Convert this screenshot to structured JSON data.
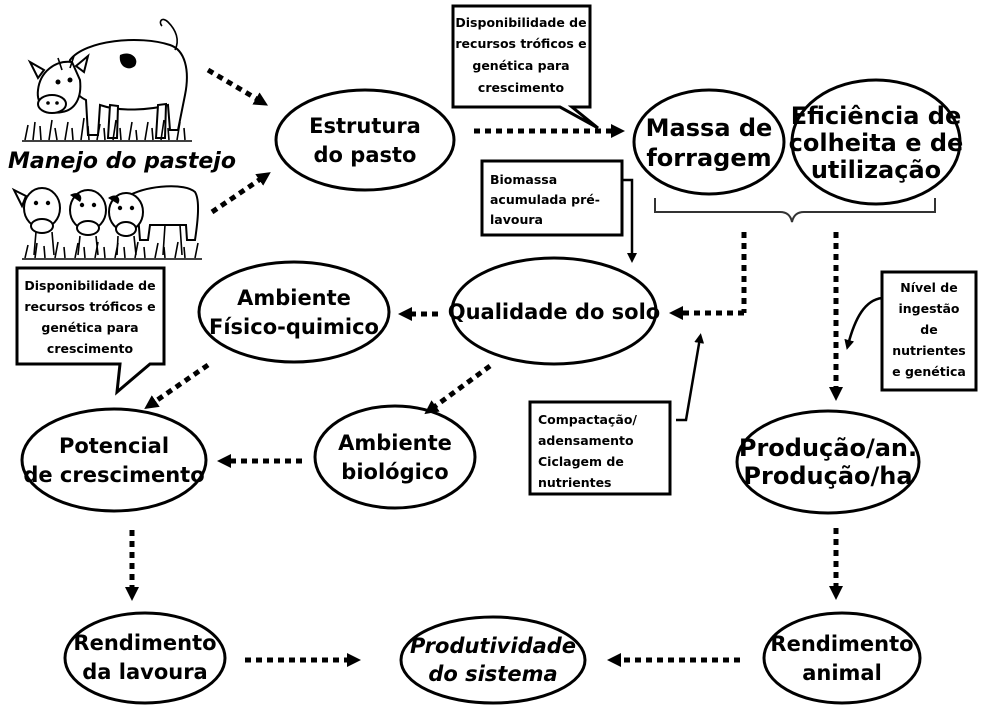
{
  "nodes": {
    "estrutura_pasto": [
      "Estrutura",
      "do pasto"
    ],
    "massa_forragem": [
      "Massa de",
      "forragem"
    ],
    "eficiencia": [
      "Eficiência de",
      "colheita e de",
      "utilização"
    ],
    "ambiente_fisico": [
      "Ambiente",
      "Físico-quimico"
    ],
    "qualidade_solo": [
      "Qualidade do solo"
    ],
    "potencial_crescimento": [
      "Potencial",
      "de crescimento"
    ],
    "ambiente_biologico": [
      "Ambiente",
      "biológico"
    ],
    "producao": [
      "Produção/an.",
      "Produção/ha"
    ],
    "rendimento_lavoura": [
      "Rendimento",
      "da lavoura"
    ],
    "produtividade_sistema": [
      "Produtividade",
      "do sistema"
    ],
    "rendimento_animal": [
      "Rendimento",
      "animal"
    ]
  },
  "labels": {
    "manejo_pastejo": "Manejo do pastejo"
  },
  "notes": {
    "disponibilidade_top": [
      "Disponibilidade de",
      "recursos tróficos e",
      "genética para",
      "crescimento"
    ],
    "disponibilidade_left": [
      "Disponibilidade de",
      "recursos tróficos e",
      "genética para",
      "crescimento"
    ],
    "biomassa": [
      "Biomassa",
      "acumulada pré-",
      "lavoura"
    ],
    "nivel_ingestao": [
      "Nível de",
      "ingestão",
      "de",
      "nutrientes",
      "e genética"
    ],
    "compactacao": [
      "Compactação/",
      "adensamento",
      "Ciclagem de",
      "nutrientes"
    ]
  },
  "icons": {
    "cow_single": "cow-grazing-icon",
    "cow_group": "cow-herd-icon"
  },
  "colors": {
    "stroke": "#000000",
    "background": "#ffffff"
  }
}
